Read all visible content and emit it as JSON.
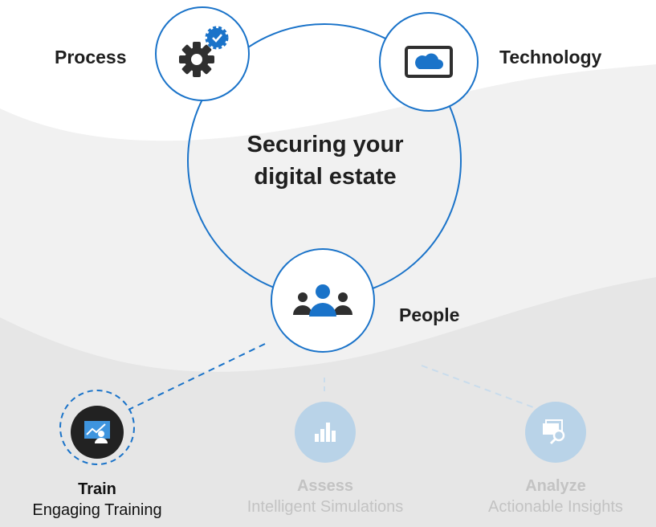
{
  "colors": {
    "accent": "#1a73c9",
    "icon_dark": "#2f2f2f",
    "inactive_circle": "#b9d3e8",
    "inactive_text": "#c3c3c3",
    "bg_wave": "#eeeeee",
    "bg_wave_lower": "#e4e4e4"
  },
  "center": {
    "line1": "Securing your",
    "line2": "digital estate"
  },
  "nodes": {
    "process": {
      "label": "Process",
      "icon": "gear-with-badge-icon"
    },
    "technology": {
      "label": "Technology",
      "icon": "cloud-monitor-icon"
    },
    "people": {
      "label": "People",
      "icon": "people-group-icon"
    }
  },
  "steps": [
    {
      "title": "Train",
      "subtitle": "Engaging Training",
      "icon": "training-presentation-icon",
      "active": true
    },
    {
      "title": "Assess",
      "subtitle": "Intelligent Simulations",
      "icon": "bar-chart-icon",
      "active": false
    },
    {
      "title": "Analyze",
      "subtitle": "Actionable Insights",
      "icon": "window-search-icon",
      "active": false
    }
  ]
}
